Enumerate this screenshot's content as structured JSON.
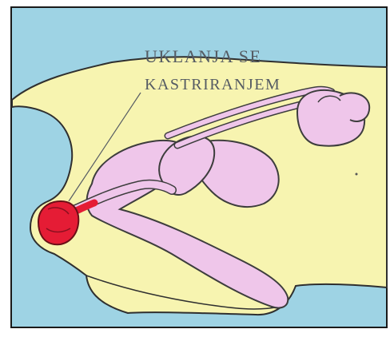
{
  "diagram": {
    "label_lines": [
      "UKLANJA SE",
      "KASTRIRANJEM"
    ],
    "colors": {
      "background": "#9ed3e4",
      "body": "#f7f4b0",
      "organ": "#efc6ea",
      "gonad": "#e51c35",
      "outline": "#3d3d3d"
    },
    "icons": [
      "female-reproductive-organs-illustration",
      "ovary-highlight"
    ]
  }
}
